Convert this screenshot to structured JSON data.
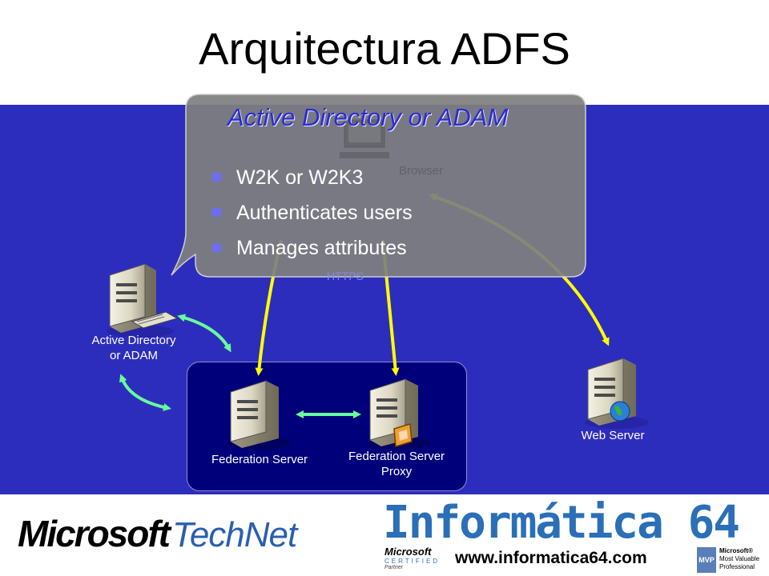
{
  "title": "Arquitectura ADFS",
  "callout": {
    "heading": "Active Directory or ADAM",
    "bullets": [
      "W2K or W2K3",
      "Authenticates users",
      "Manages attributes"
    ],
    "hidden_behind_1": "Browser",
    "hidden_behind_2": "HTTPS"
  },
  "nodes": {
    "active_directory": "Active Directory\nor ADAM",
    "federation_server": "Federation Server",
    "federation_server_proxy": "Federation Server\nProxy",
    "web_server": "Web Server"
  },
  "footer": {
    "microsoft": "Microsoft",
    "technet": "TechNet",
    "informatica": "Informática 64",
    "website": "www.informatica64.com",
    "certified_brand": "Microsoft",
    "certified_line": "CERTIFIED",
    "partner": "Partner",
    "mvp_badge": "MVP",
    "mvp_brand": "Microsoft®",
    "mvp_line1": "Most Valuable",
    "mvp_line2": "Professional"
  },
  "colors": {
    "band": "#2d2dbd",
    "federation_box": "#00007a",
    "callout": "#7f7f7f",
    "arrow_yellow": "#ffff00",
    "arrow_green": "#66ff99",
    "callout_heading": "#2b2bd2"
  }
}
